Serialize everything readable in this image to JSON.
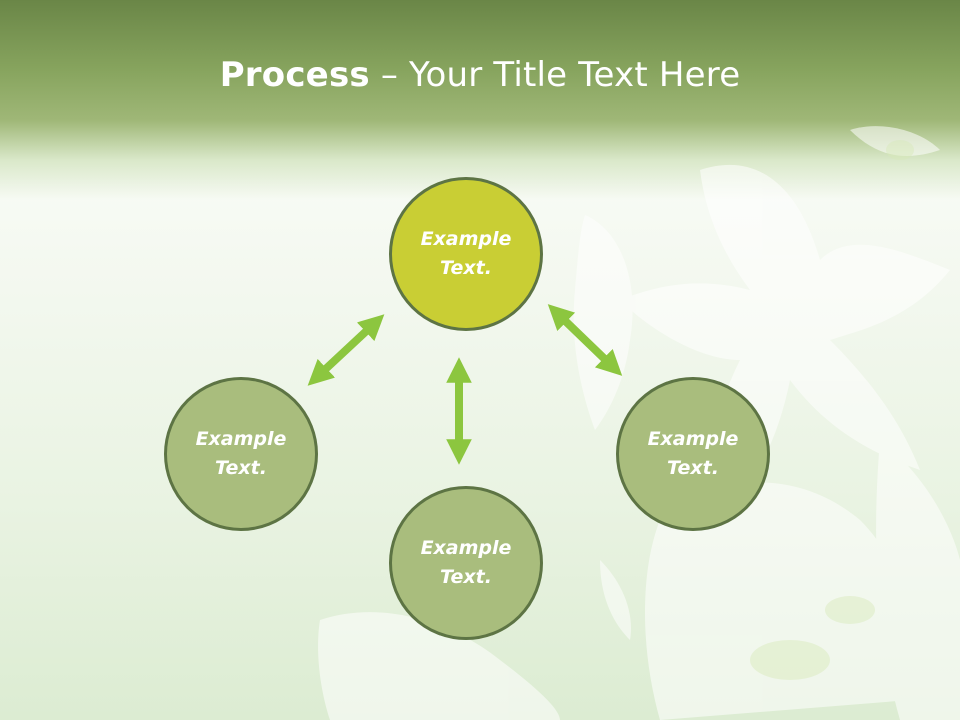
{
  "title": {
    "bold": "Process",
    "rest": " – Your Title Text Here"
  },
  "nodes": {
    "top": {
      "line1": "Example",
      "line2": "Text."
    },
    "left": {
      "line1": "Example",
      "line2": "Text."
    },
    "bottom": {
      "line1": "Example",
      "line2": "Text."
    },
    "right": {
      "line1": "Example",
      "line2": "Text."
    }
  },
  "colors": {
    "header": "#87a45e",
    "center_node": "#c9ce34",
    "outer_node": "#a9bd7d",
    "node_border": "#5d7444",
    "arrow": "#8cc63f"
  }
}
